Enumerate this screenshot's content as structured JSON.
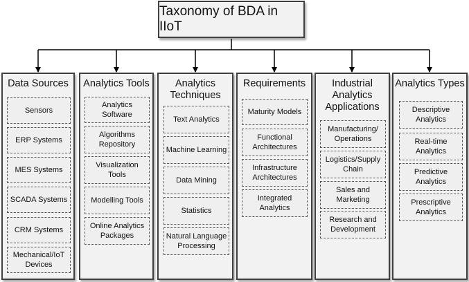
{
  "root": {
    "title": "Taxonomy of BDA in IIoT"
  },
  "columns": [
    {
      "title": "Data Sources",
      "items": [
        "Sensors",
        "ERP Systems",
        "MES Systems",
        "SCADA Systems",
        "CRM Systems",
        "Mechanical/IoT\nDevices"
      ]
    },
    {
      "title": "Analytics Tools",
      "items": [
        "Analytics\nSoftware",
        "Algorithms\nRepository",
        "Visualization\nTools",
        "Modelling Tools",
        "Online Analytics\nPackages"
      ]
    },
    {
      "title": "Analytics\nTechniques",
      "items": [
        "Text Analytics",
        "Machine Learning",
        "Data Mining",
        "Statistics",
        "Natural Language\nProcessing"
      ]
    },
    {
      "title": "Requirements",
      "items": [
        "Maturity Models",
        "Functional\nArchitectures",
        "Infrastructure\nArchitectures",
        "Integrated\nAnalytics"
      ]
    },
    {
      "title": "Industrial\nAnalytics\nApplications",
      "items": [
        "Manufacturing/\nOperations",
        "Logistics/Supply\nChain",
        "Sales and\nMarketing",
        "Research and\nDevelopment"
      ]
    },
    {
      "title": "Analytics Types",
      "items": [
        "Descriptive\nAnalytics",
        "Real-time\nAnalytics",
        "Predictive\nAnalytics",
        "Prescriptive\nAnalytics"
      ]
    }
  ],
  "colors": {
    "border": "#404040",
    "fill": "#f2f2f2",
    "arrow": "#000000"
  }
}
